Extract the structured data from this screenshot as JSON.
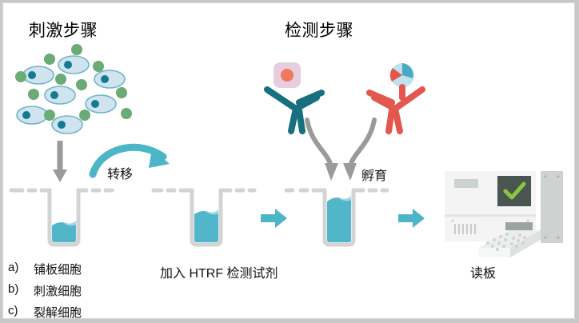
{
  "diagram": {
    "titles": {
      "stimulation": "刺激步骤",
      "detection": "检测步骤"
    },
    "labels": {
      "transfer": "转移",
      "incubate": "孵育",
      "add_reagent": "加入 HTRF 检测试剂",
      "read_plate": "读板"
    },
    "steps": [
      {
        "index": "a)",
        "text": "铺板细胞"
      },
      {
        "index": "b)",
        "text": "刺激细胞"
      },
      {
        "index": "c)",
        "text": "裂解细胞"
      }
    ],
    "icons": {
      "cell": "cell-icon",
      "analyte_dot": "green-dot-icon",
      "antibody_donor": "antibody-donor-icon",
      "antibody_acceptor": "antibody-acceptor-icon",
      "donor_tag": "pink-square-tag-icon",
      "acceptor_tag": "blue-circle-tag-icon",
      "well": "microplate-well-icon",
      "arrow_down": "arrow-down-icon",
      "arrow_right": "arrow-right-icon",
      "arrow_curved": "curved-transfer-arrow-icon",
      "plate_reader": "plate-reader-icon",
      "microplate": "microplate-icon",
      "check": "check-mark-icon"
    },
    "colors": {
      "liquid": "#52b6ca",
      "liquid_light": "#9fd8e4",
      "well_outline": "#d2d4d4",
      "teal_arrow": "#4cb5c8",
      "gray_arrow": "#9a9a9a",
      "cell_fill": "#cfe4ee",
      "cell_stroke": "#6fb4c9",
      "nucleus": "#137a92",
      "green_dot": "#6aab76",
      "antibody_teal": "#16707f",
      "antibody_red": "#e4574f",
      "tag_pink": "#e6cede",
      "tag_pink_dot": "#f0785c",
      "tag_blue": "#bfe2ec",
      "reader_body": "#f2f2f2",
      "reader_screen": "#4a5551",
      "check_green": "#8cc63f",
      "border": "#d6d6d6",
      "page_bg": "#c8c8c8",
      "text": "#111111"
    },
    "counts": {
      "cells": 7,
      "green_dots": 11
    },
    "wells": [
      {
        "name": "well-plating",
        "fill_level": 0.38
      },
      {
        "name": "well-reagent",
        "fill_level": 0.62
      },
      {
        "name": "well-incubated",
        "fill_level": 0.88
      }
    ]
  }
}
